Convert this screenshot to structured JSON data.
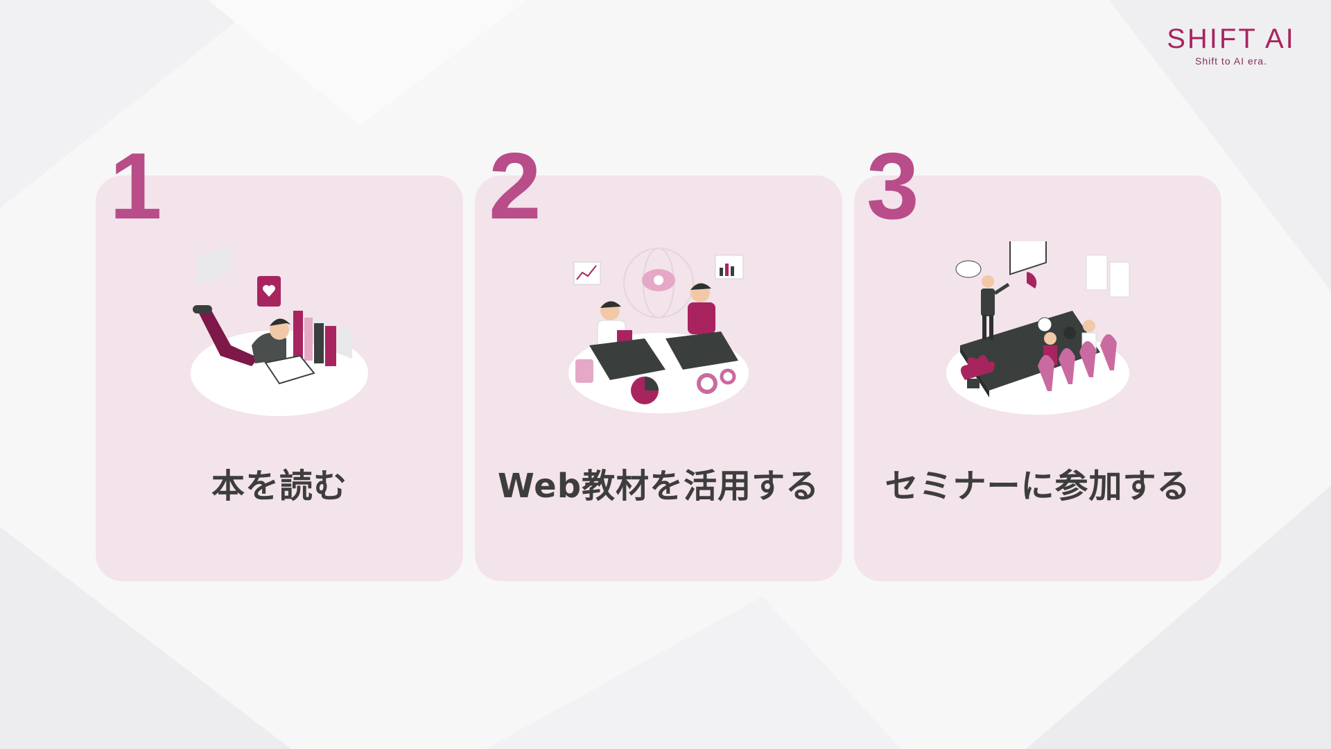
{
  "logo": {
    "main": "SHIFT AI",
    "sub": "Shift to AI era."
  },
  "colors": {
    "accent": "#b84d89",
    "card_bg": "#f3e3ea",
    "text": "#3d3d3d",
    "brand": "#a8245f"
  },
  "cards": [
    {
      "number": "1",
      "title": "本を読む",
      "illustration": "reading-book-illustration"
    },
    {
      "number": "2",
      "title": "Web教材を活用する",
      "illustration": "online-learning-illustration"
    },
    {
      "number": "3",
      "title": "セミナーに参加する",
      "illustration": "seminar-illustration"
    }
  ]
}
